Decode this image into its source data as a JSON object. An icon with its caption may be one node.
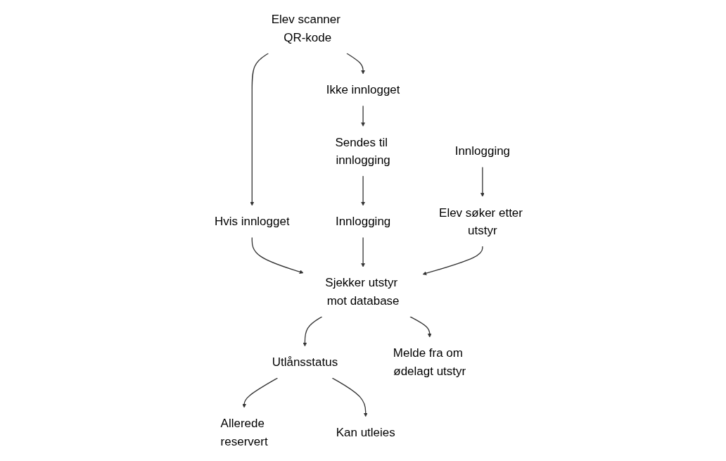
{
  "diagram": {
    "nodes": [
      {
        "text": [
          "Elev scanner QR-kode"
        ]
      },
      {
        "text": [
          "Ikke innlogget"
        ]
      },
      {
        "text": [
          "Hvis innlogget"
        ]
      },
      {
        "text": [
          "Sendes til innlogging"
        ]
      },
      {
        "text": [
          "Innlogging"
        ]
      },
      {
        "text": [
          "Innlogging"
        ]
      },
      {
        "text": [
          "Elev søker etter utstyr"
        ]
      },
      {
        "text": [
          "Sjekker utstyr mot database"
        ]
      },
      {
        "text": [
          "Utlånsstatus"
        ]
      },
      {
        "text": [
          "Melde fra om ødelagt utstyr"
        ]
      },
      {
        "text": [
          "Allerede reservert"
        ]
      },
      {
        "text": [
          "Kan utleies"
        ]
      }
    ],
    "edges": [
      {
        "from": 0,
        "to": 1,
        "arrow": "to"
      },
      {
        "from": 0,
        "to": 2,
        "arrow": "to"
      },
      {
        "from": 1,
        "to": 3,
        "arrow": "to"
      },
      {
        "from": 3,
        "to": 4,
        "arrow": "to"
      },
      {
        "from": 2,
        "to": 7,
        "arrow": "to"
      },
      {
        "from": 4,
        "to": 7,
        "arrow": "to"
      },
      {
        "from": 5,
        "to": 6,
        "arrow": "to"
      },
      {
        "from": 6,
        "to": 7,
        "arrow": "to"
      },
      {
        "from": 7,
        "to": 8,
        "arrow": "to"
      },
      {
        "from": 7,
        "to": 9,
        "arrow": "to"
      },
      {
        "from": 8,
        "to": 10,
        "arrow": "to"
      },
      {
        "from": 8,
        "to": 11,
        "arrow": "to"
      }
    ]
  }
}
